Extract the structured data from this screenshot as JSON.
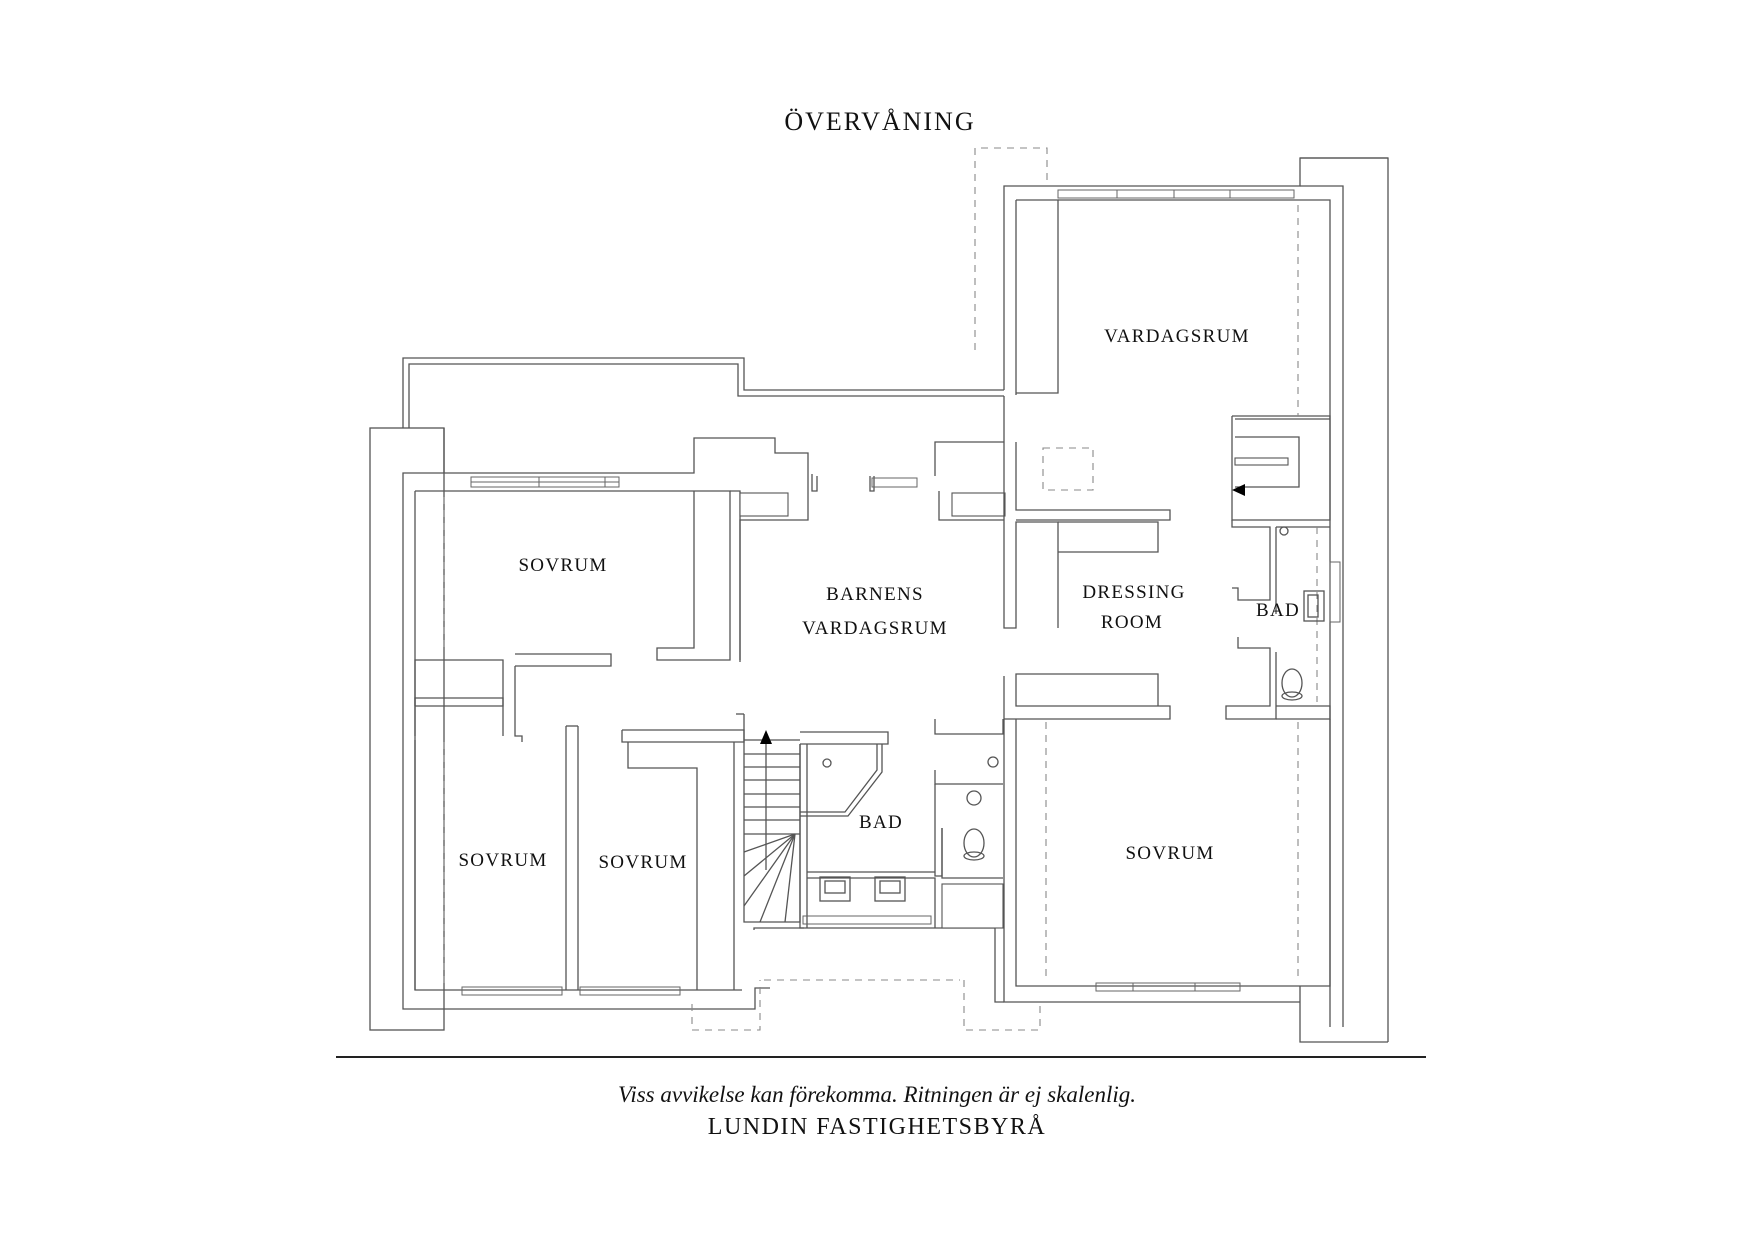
{
  "plan": {
    "floor_title": "ÖVERVÅNING",
    "rooms": {
      "sovrum_nw": "SOVRUM",
      "barnens_line1": "BARNENS",
      "barnens_line2": "VARDAGSRUM",
      "vardagsrum": "VARDAGSRUM",
      "dressing_line1": "DRESSING",
      "dressing_line2": "ROOM",
      "bad_east": "BAD",
      "sovrum_sw1": "SOVRUM",
      "sovrum_sw2": "SOVRUM",
      "bad_center": "BAD",
      "sovrum_se": "SOVRUM"
    }
  },
  "footer": {
    "disclaimer": "Viss avvikelse kan förekomma. Ritningen är ej skalenlig.",
    "brand": "LUNDIN FASTIGHETSBYRÅ"
  },
  "colors": {
    "wall_line": "#555555",
    "dashed_line": "#888888",
    "text": "#111111",
    "background": "#ffffff"
  }
}
